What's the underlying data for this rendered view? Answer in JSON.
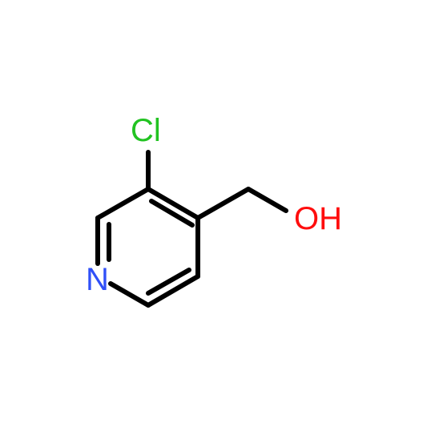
{
  "molecule": {
    "atoms": {
      "chlorine": {
        "symbol": "Cl",
        "color": "#22c322"
      },
      "hydroxyl": {
        "symbol": "OH",
        "color": "#ff0d0d"
      },
      "nitrogen": {
        "symbol": "N",
        "color": "#3050f8"
      }
    },
    "bond_color": "#000000"
  }
}
